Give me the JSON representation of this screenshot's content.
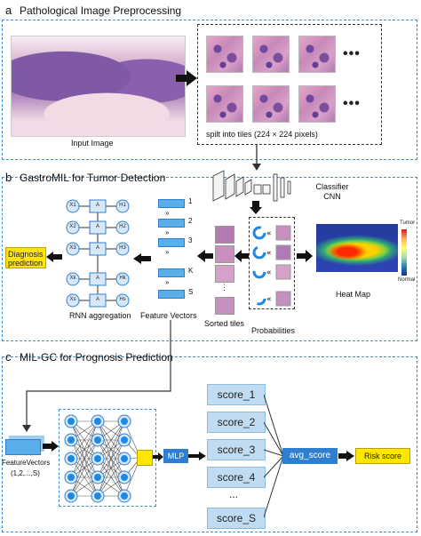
{
  "panel_a": {
    "letter": "a",
    "title": "Pathological Image Preprocessing",
    "input_label": "Input Image",
    "tiles_label": "spilt into tiles (224 × 224 pixels)",
    "ellipsis": "•••"
  },
  "panel_b": {
    "letter": "b",
    "title": "GastroMIL for Tumor Detection",
    "classifier_label": "Classifier CNN",
    "heatmap_label": "Heat Map",
    "legend_top": "Tumor",
    "legend_bottom": "Normal",
    "diagnosis_label": "Diagnosis prediction",
    "rnn_label": "RNN aggregation",
    "feature_label": "Feature Vectors",
    "sorted_label": "Sorted tiles",
    "prob_label": "Probabilities",
    "feature_indices": [
      "1",
      "2",
      "3",
      "K",
      "S"
    ],
    "rnn_x": [
      "X1",
      "X2",
      "X3",
      "Xk",
      "Xs"
    ],
    "rnn_a": "A",
    "rnn_h": [
      "H1",
      "H2",
      "H3",
      "Hk",
      "Hs"
    ]
  },
  "panel_c": {
    "letter": "c",
    "title": "MIL-GC for Prognosis Prediction",
    "feature_label": "FeatureVectors",
    "feature_range": "(1,2,...,S)",
    "mlp_label": "MLP",
    "scores": [
      "score_1",
      "score_2",
      "score_3",
      "score_4",
      "score_S"
    ],
    "vdots": "...",
    "avg_label": "avg_score",
    "risk_label": "Risk score"
  },
  "colors": {
    "dashed_border": "#3a8fd6",
    "score_fill": "#bfdcf2",
    "highlight_yellow": "#ffe600",
    "blue_button": "#2f7fd0",
    "node_blue": "#1e88e5"
  }
}
